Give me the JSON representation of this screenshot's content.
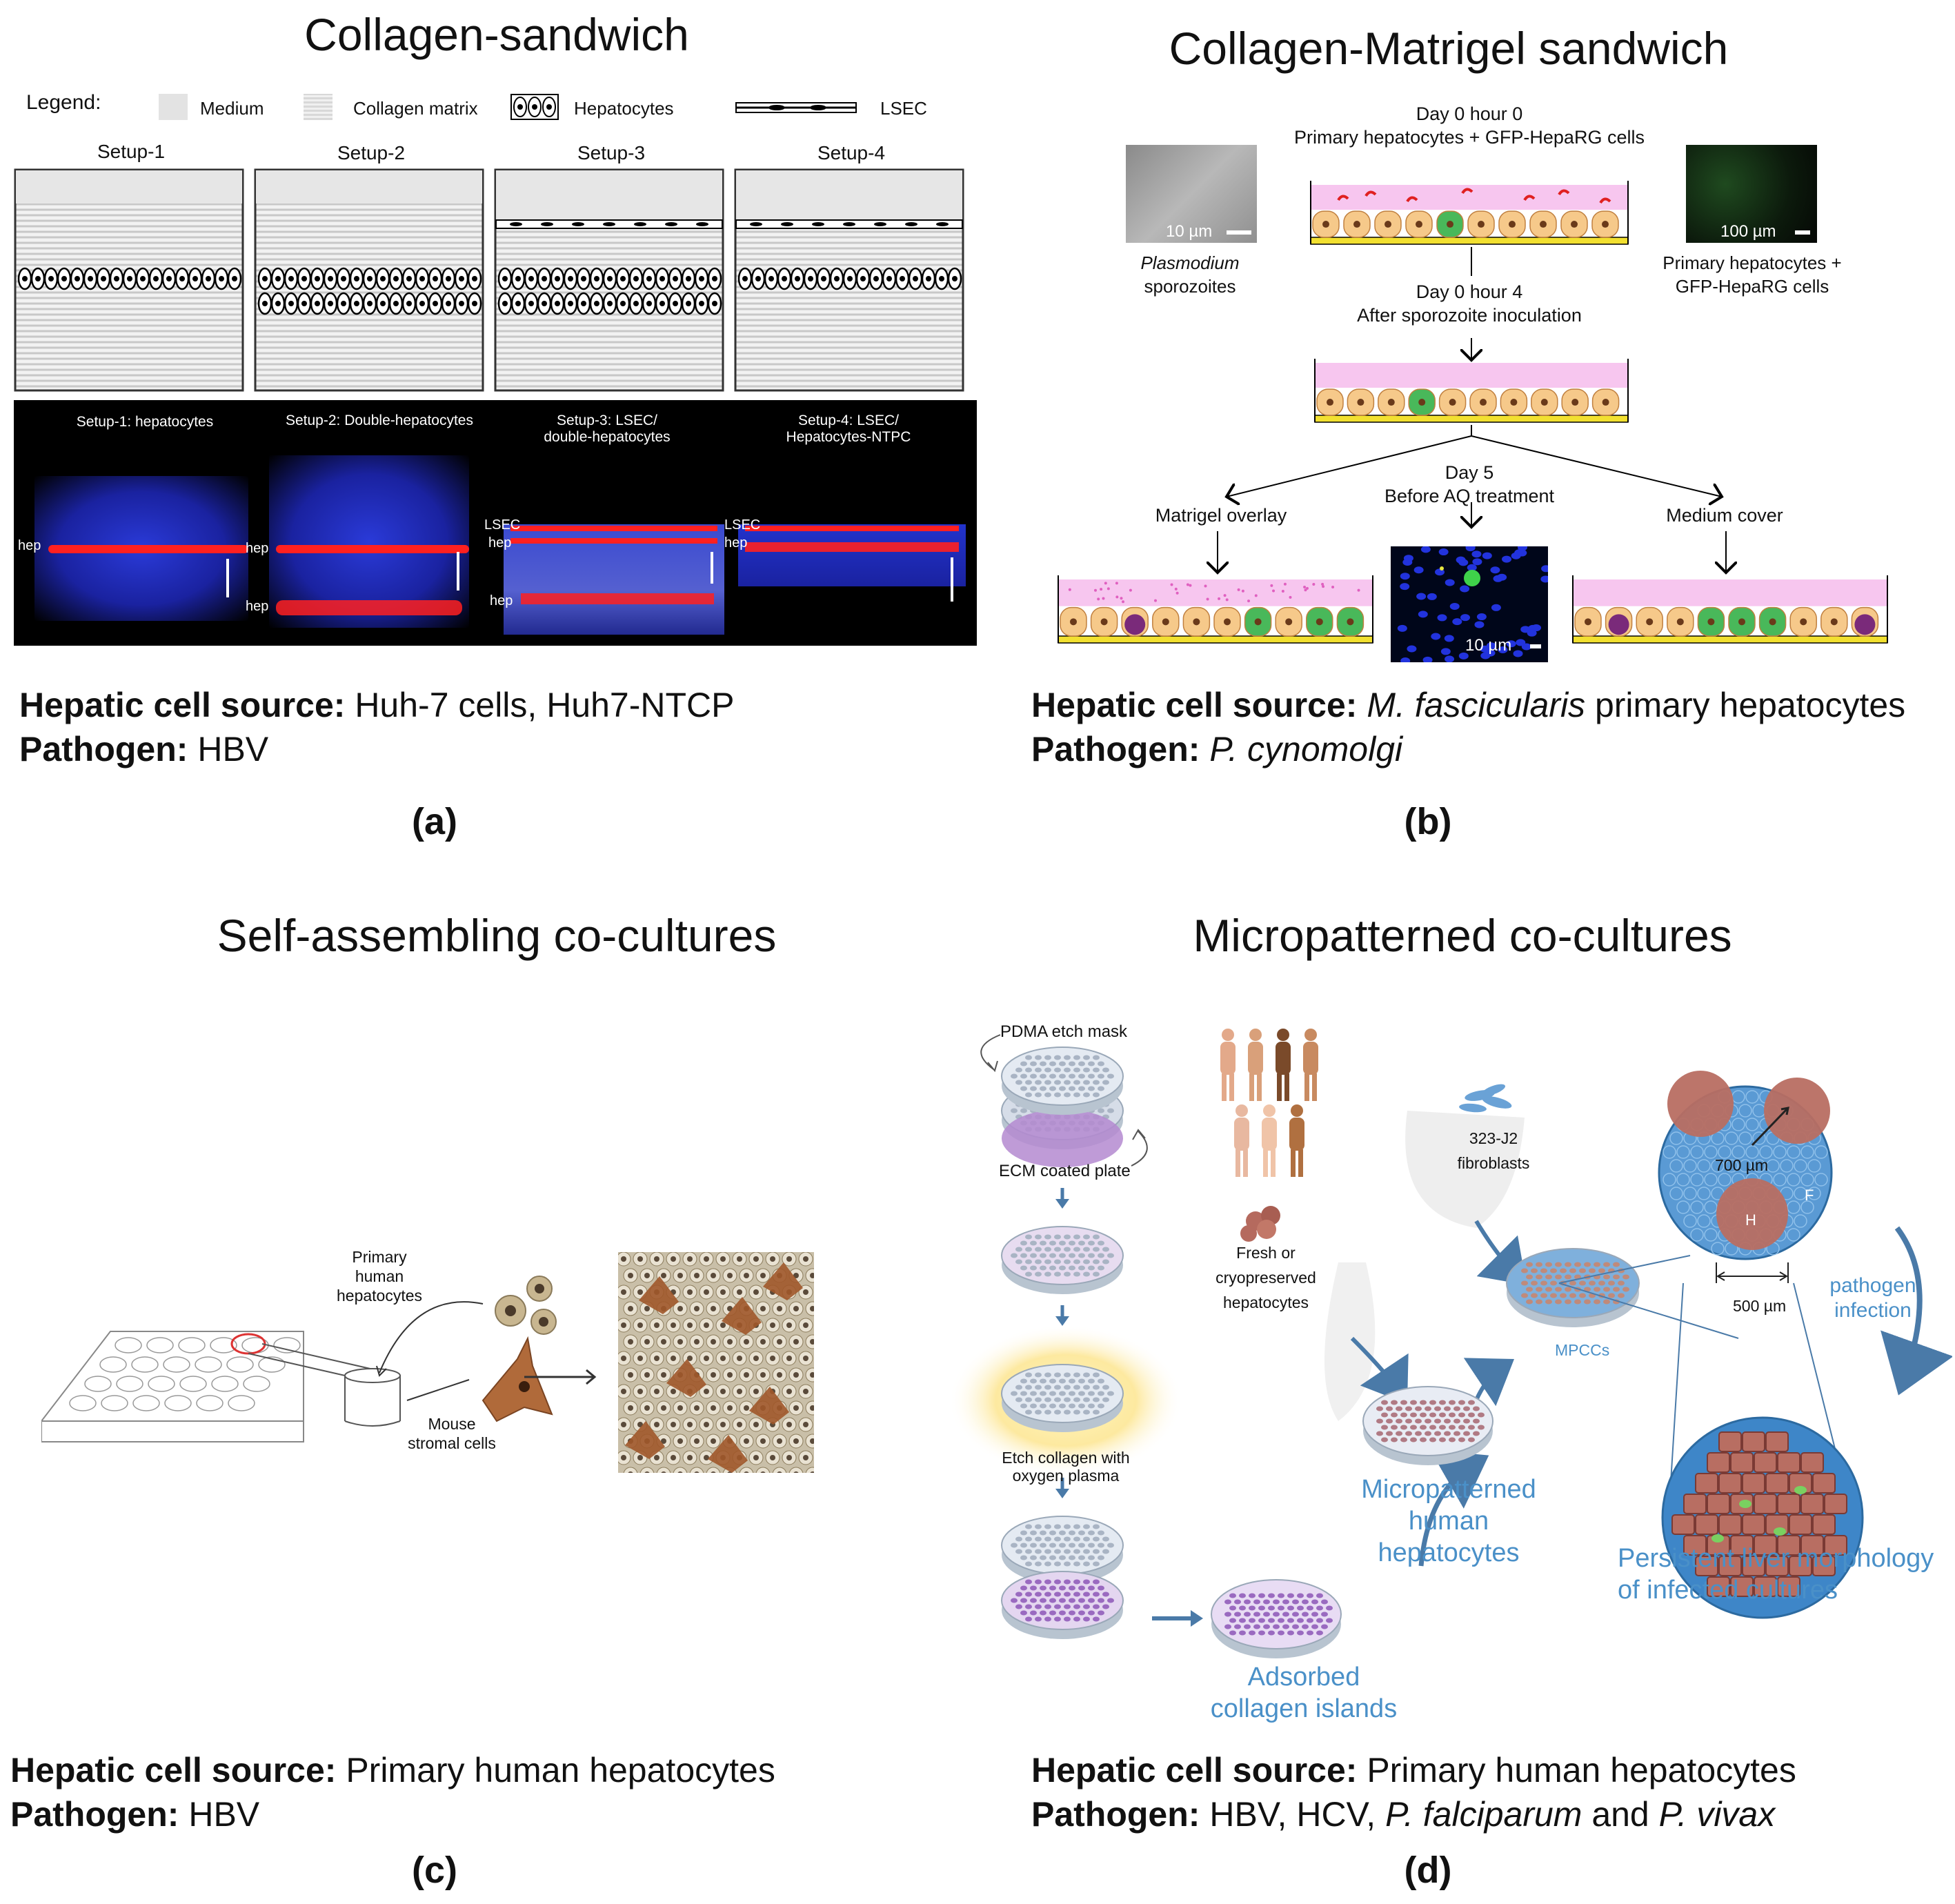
{
  "panel_a": {
    "title": "Collagen-sandwich",
    "legend_label": "Legend:",
    "legend_items": [
      "Medium",
      "Collagen matrix",
      "Hepatocytes",
      "LSEC"
    ],
    "setups": [
      "Setup-1",
      "Setup-2",
      "Setup-3",
      "Setup-4"
    ],
    "micro_titles": [
      "Setup-1: hepatocytes",
      "Setup-2: Double-hepatocytes",
      "Setup-3: LSEC/ double-hepatocytes",
      "Setup-4: LSEC/ Hepatocytes-NTPC"
    ],
    "micro_labels": {
      "hep": "hep",
      "lsec": "LSEC"
    },
    "source_label": "Hepatic cell source:",
    "source_value": " Huh-7 cells, Huh7-NTCP",
    "pathogen_label": "Pathogen:",
    "pathogen_value": " HBV",
    "letter": "(a)"
  },
  "panel_b": {
    "title": "Collagen-Matrigel sandwich",
    "day0_line1": "Day 0 hour 0",
    "day0_line2": "Primary hepatocytes + GFP-HepaRG cells",
    "scale_10": "10 µm",
    "scale_100": "100 µm",
    "plasmodium_italic": "Plasmodium",
    "sporozoites": "sporozoites",
    "right_caption_1": "Primary hepatocytes +",
    "right_caption_2": "GFP-HepaRG cells",
    "day0h4_line1": "Day 0 hour 4",
    "day0h4_line2": "After sporozoite inoculation",
    "day5_line1": "Day 5",
    "day5_line2": "Before AQ treatment",
    "matrigel_overlay": "Matrigel overlay",
    "medium_cover": "Medium cover",
    "source_label": "Hepatic cell source:",
    "source_italic": "M. fascicularis",
    "source_rest": " primary hepatocytes",
    "pathogen_label": "Pathogen:",
    "pathogen_italic": "P. cynomolgi",
    "letter": "(b)"
  },
  "panel_c": {
    "title": "Self-assembling co-cultures",
    "primary_line1": "Primary",
    "primary_line2": "human",
    "primary_line3": "hepatocytes",
    "mouse_line1": "Mouse",
    "mouse_line2": "stromal cells",
    "source_label": "Hepatic cell source:",
    "source_value": " Primary human hepatocytes",
    "pathogen_label": "Pathogen:",
    "pathogen_value": " HBV",
    "letter": "(c)"
  },
  "panel_d": {
    "title": "Micropatterned co-cultures",
    "pdma": "PDMA etch mask",
    "ecm": "ECM coated plate",
    "etch_line1": "Etch collagen with",
    "etch_line2": "oxygen plasma",
    "fresh_line1": "Fresh or",
    "fresh_line2": "cryopreserved",
    "fresh_line3": "hepatocytes",
    "fibro_line1": "323-J2",
    "fibro_line2": "fibroblasts",
    "mpccs": "MPCCs",
    "dim_700": "700 µm",
    "dim_500": "500 µm",
    "h_label": "H",
    "f_label": "F",
    "pathogen_line1": "pathogen",
    "pathogen_line2": "infection",
    "micro_line1": "Micropatterned",
    "micro_line2": "human",
    "micro_line3": "hepatocytes",
    "persist_line1": "Persistent liver morphology",
    "persist_line2": "of infected cultures",
    "adsorbed_line1": "Adsorbed",
    "adsorbed_line2": "collagen islands",
    "source_label": "Hepatic cell source:",
    "source_value": " Primary human hepatocytes",
    "pathogen_label": "Pathogen:",
    "pathogen_value_1": " HBV, HCV, ",
    "pathogen_italic_1": "P. falciparum",
    "pathogen_value_2": " and ",
    "pathogen_italic_2": "P. vivax",
    "letter": "(d)"
  },
  "colors": {
    "hep_orange": "#f6c98a",
    "matrigel_pink": "#f7c6ef",
    "yellow_base": "#f2e030",
    "gfp_green": "#49b85a",
    "micro_blue": "#2233dd",
    "micro_red": "#ff2020",
    "label_blue": "#4a90c8"
  }
}
